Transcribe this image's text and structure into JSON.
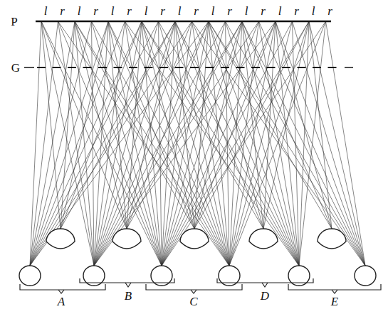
{
  "diagram": {
    "labels": [
      "P",
      "G",
      "l",
      "r",
      "l",
      "r",
      "l",
      "r",
      "l",
      "r",
      "l",
      "r",
      "l",
      "r",
      "l",
      "r",
      "l",
      "r",
      "l",
      "r",
      "A",
      "B",
      "C",
      "D",
      "E"
    ]
  }
}
